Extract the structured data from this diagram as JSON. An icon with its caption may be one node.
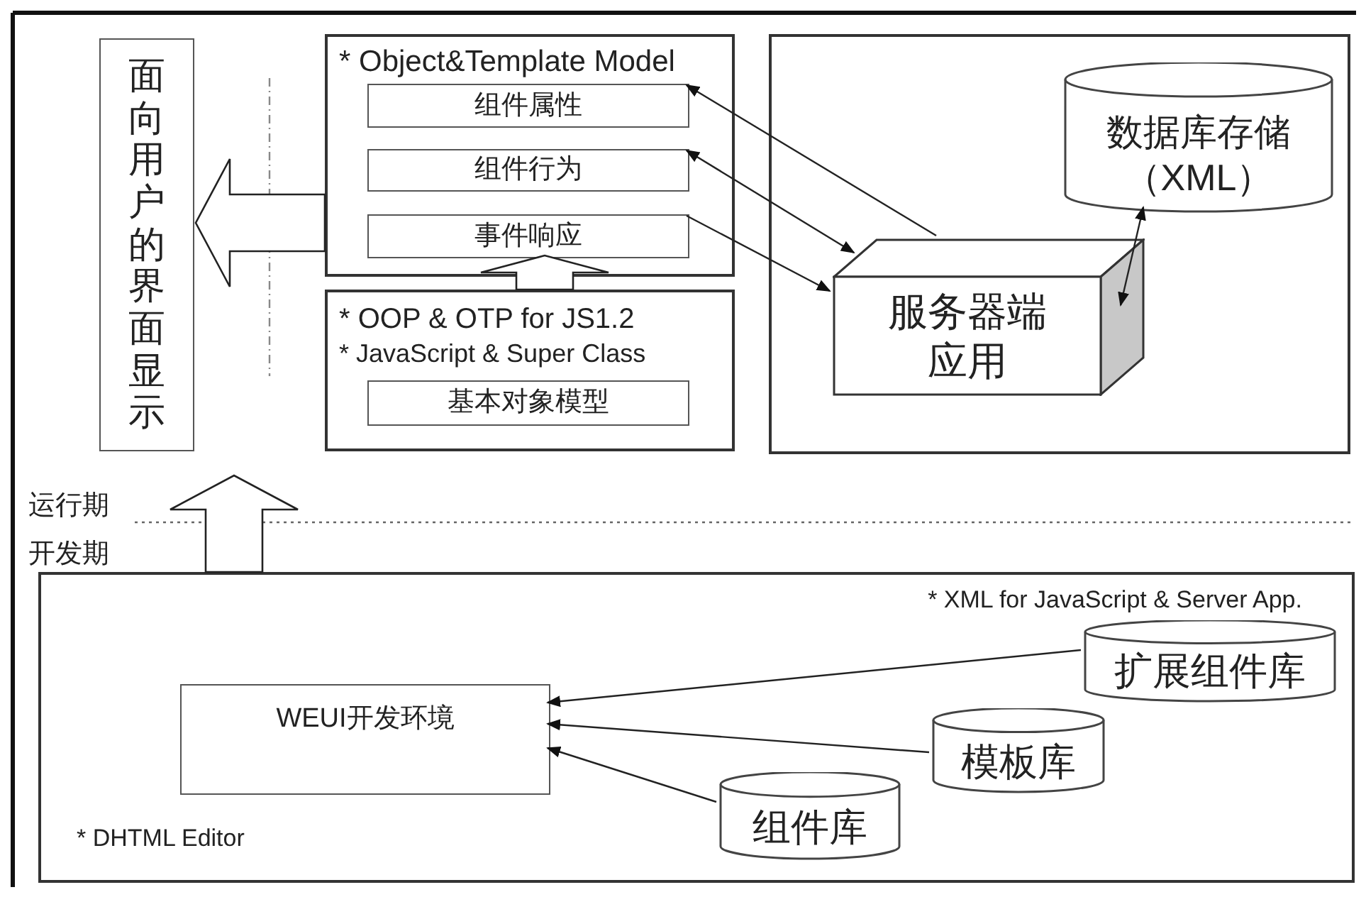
{
  "diagram": {
    "nodes": [
      {
        "text": [
          "面向用户的界面显示"
        ]
      },
      {
        "text": [
          "* Object&Template Model"
        ]
      },
      {
        "text": [
          "组件属性"
        ],
        "in": 1
      },
      {
        "text": [
          "组件行为"
        ],
        "in": 1
      },
      {
        "text": [
          "事件响应"
        ],
        "in": 1
      },
      {
        "text": [
          "* OOP & OTP for JS1.2",
          "* JavaScript & Super Class"
        ]
      },
      {
        "text": [
          "基本对象模型"
        ],
        "in": 5
      },
      {
        "text": [],
        "shape": "box"
      },
      {
        "text": [
          "数据库存储（XML）"
        ],
        "in": 7
      },
      {
        "text": [
          "服务器端应用"
        ],
        "in": 7
      },
      {
        "text": [
          "* XML for JavaScript & Server App.",
          "* DHTML Editor"
        ]
      },
      {
        "text": [
          "WEUI开发环境"
        ],
        "in": 10
      },
      {
        "text": [
          "扩展组件库"
        ],
        "in": 10
      },
      {
        "text": [
          "模板库"
        ],
        "in": 10
      },
      {
        "text": [
          "组件库"
        ],
        "in": 10
      }
    ],
    "edges": [
      {
        "from": 9,
        "to": 2,
        "arrow": "to"
      },
      {
        "from": 3,
        "to": 9,
        "arrow": "both"
      },
      {
        "from": 4,
        "to": 9,
        "arrow": "to"
      },
      {
        "from": 8,
        "to": 9,
        "arrow": "both"
      },
      {
        "from": 1,
        "to": 0,
        "arrow": "to",
        "style": "thick"
      },
      {
        "from": 5,
        "to": 4,
        "arrow": "to",
        "style": "thick"
      },
      {
        "from": 10,
        "to": null,
        "arrow": "to",
        "style": "thick"
      },
      {
        "from": 12,
        "to": 11,
        "arrow": "to"
      },
      {
        "from": 13,
        "to": 11,
        "arrow": "to"
      },
      {
        "from": 14,
        "to": 11,
        "arrow": "to"
      }
    ],
    "labels": [
      "运行期",
      "开发期"
    ]
  }
}
